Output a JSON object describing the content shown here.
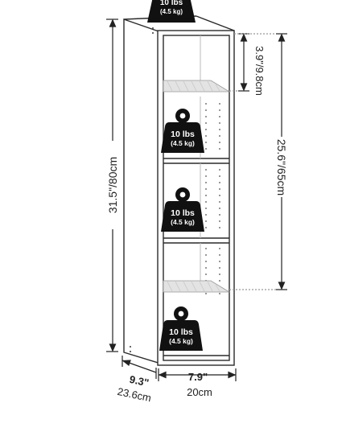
{
  "weights": [
    {
      "lbs": "10 lbs",
      "kg": "(4.5 kg)"
    },
    {
      "lbs": "10 lbs",
      "kg": "(4.5 kg)"
    },
    {
      "lbs": "10 lbs",
      "kg": "(4.5 kg)"
    },
    {
      "lbs": "10 lbs",
      "kg": "(4.5 kg)"
    }
  ],
  "dimensions": {
    "total_height": "31.5\"/80cm",
    "top_gap": "3.9\"/9.8cm",
    "adjustable_range": "25.6\"/65cm",
    "depth_in": "9.3\"",
    "depth_cm": "23.6cm",
    "width_in": "7.9\"",
    "width_cm": "20cm"
  }
}
